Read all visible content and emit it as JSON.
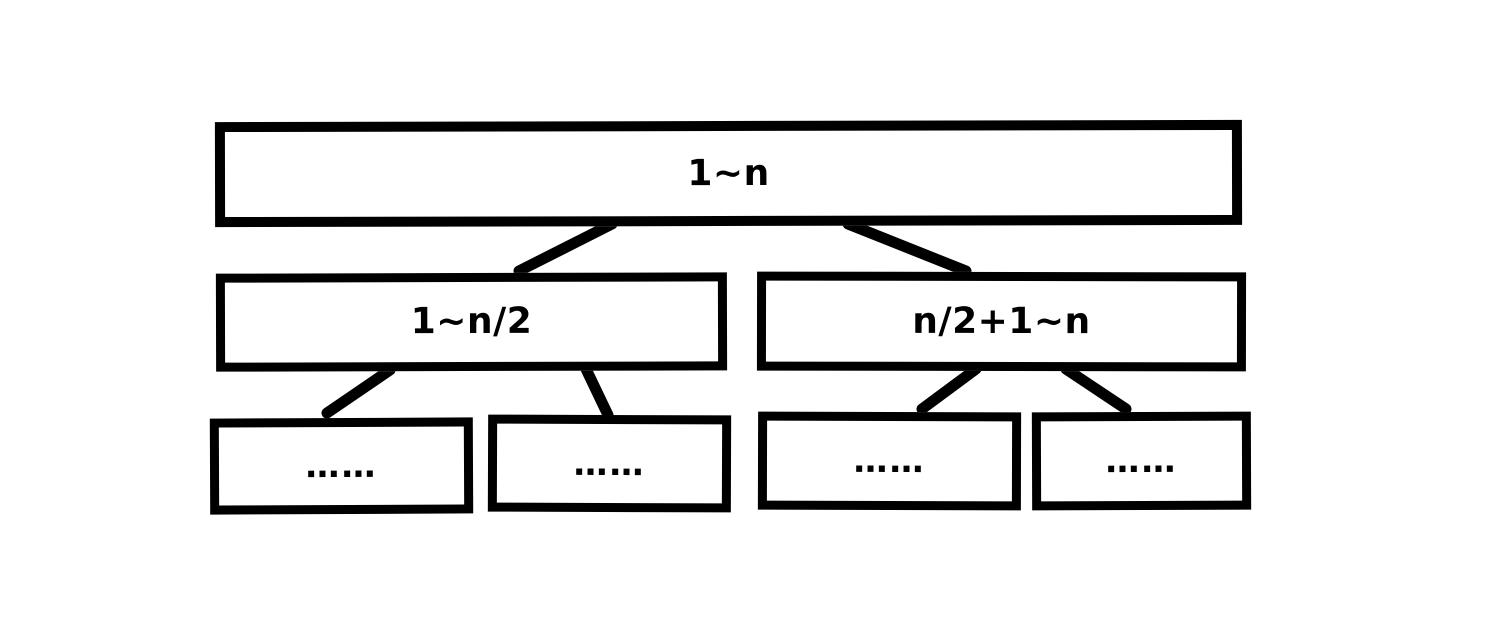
{
  "diagram": {
    "type": "recursion-tree",
    "title": "",
    "background_color": "#ffffff",
    "stroke_color": "#000000",
    "nodes": {
      "root": {
        "label": "1~n"
      },
      "mid_left": {
        "label": "1~n/2"
      },
      "mid_right": {
        "label": "n/2+1~n"
      },
      "leaf_1": {
        "label": "……"
      },
      "leaf_2": {
        "label": "……"
      },
      "leaf_3": {
        "label": "……"
      },
      "leaf_4": {
        "label": "……"
      }
    },
    "edges": [
      {
        "from": "root",
        "to": "mid_left"
      },
      {
        "from": "root",
        "to": "mid_right"
      },
      {
        "from": "mid_left",
        "to": "leaf_1"
      },
      {
        "from": "mid_left",
        "to": "leaf_2"
      },
      {
        "from": "mid_right",
        "to": "leaf_3"
      },
      {
        "from": "mid_right",
        "to": "leaf_4"
      }
    ]
  }
}
